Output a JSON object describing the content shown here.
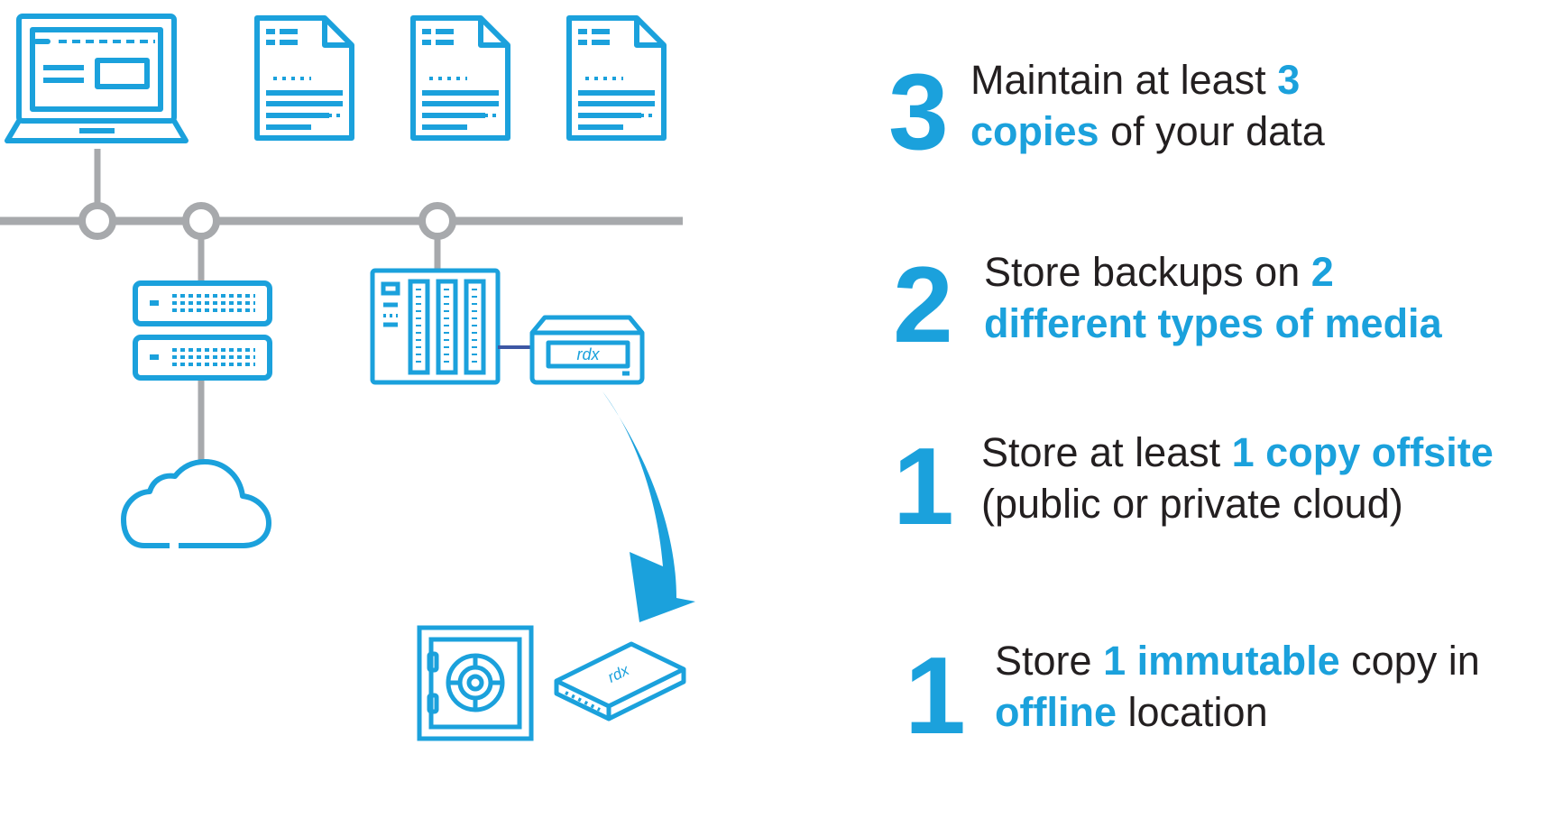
{
  "colors": {
    "accent": "#1ba1dc",
    "line": "#a7a9ac",
    "text": "#231f20",
    "link": "#3d57a4"
  },
  "icons": [
    "laptop-icon",
    "document-icon",
    "server-icon",
    "cloud-icon",
    "nas-icon",
    "rdx-drive-icon",
    "safe-icon",
    "rdx-cartridge-icon",
    "arrow-icon"
  ],
  "rdx_label": "rdx",
  "rules": [
    {
      "number": "3",
      "line1": {
        "a": "Maintain at least ",
        "b": "3"
      },
      "line2": {
        "a": "copies",
        "b": " of your data"
      }
    },
    {
      "number": "2",
      "line1": {
        "a": "Store backups on ",
        "b": "2"
      },
      "line2": {
        "a": "different types of media"
      }
    },
    {
      "number": "1",
      "line1": {
        "a": "Store at least ",
        "b": "1 copy offsite"
      },
      "line2": {
        "a": "(public or private cloud)"
      }
    },
    {
      "number": "1",
      "line1": {
        "a": "Store ",
        "b": "1 immutable",
        "c": " copy in"
      },
      "line2": {
        "a": "offline",
        "b": " location"
      }
    }
  ]
}
